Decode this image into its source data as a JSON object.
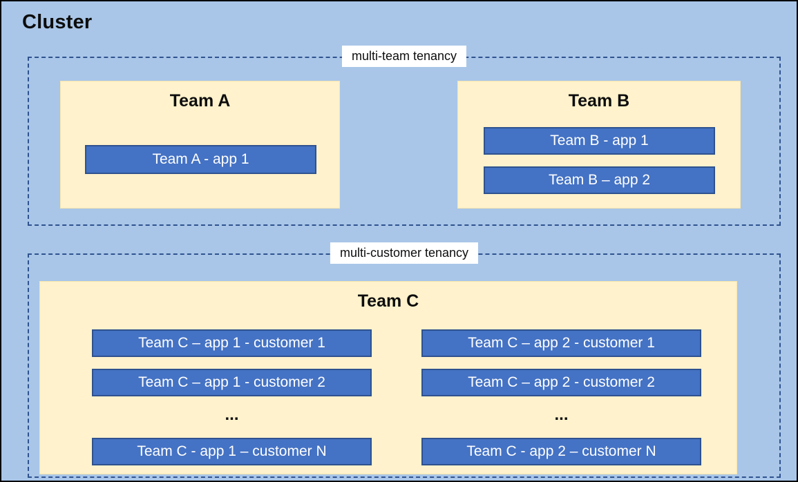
{
  "colors": {
    "background": "#a9c6e8",
    "team_box": "#fff2cc",
    "app_box": "#4472c4",
    "app_border": "#2f528f",
    "dashed_border": "#2f528f",
    "label_bg": "#ffffff",
    "app_text": "#ffffff"
  },
  "diagram": {
    "title": "Cluster",
    "sections": [
      {
        "label": "multi-team tenancy",
        "teams": [
          {
            "name": "Team A",
            "apps": [
              "Team A - app 1"
            ]
          },
          {
            "name": "Team B",
            "apps": [
              "Team B - app 1",
              "Team B – app 2"
            ]
          }
        ]
      },
      {
        "label": "multi-customer tenancy",
        "teams": [
          {
            "name": "Team C",
            "columns": [
              [
                "Team C – app 1 - customer 1",
                "Team C – app 1 - customer 2",
                "...",
                "Team C - app 1 – customer N"
              ],
              [
                "Team C – app 2 - customer 1",
                "Team C – app 2 - customer 2",
                "...",
                "Team C - app 2 – customer N"
              ]
            ]
          }
        ]
      }
    ]
  }
}
